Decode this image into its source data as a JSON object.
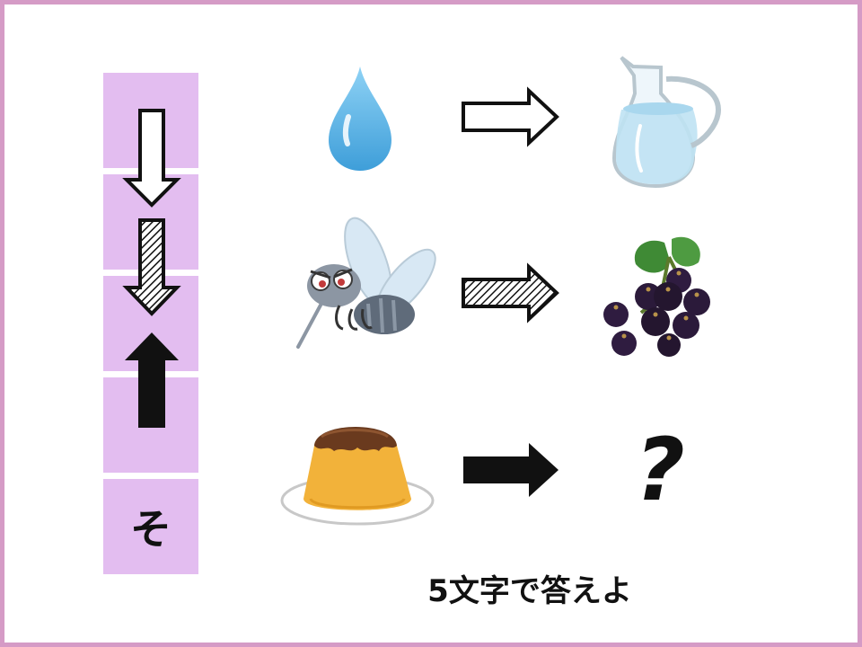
{
  "puzzle": {
    "answer_cells": [
      "",
      "",
      "",
      "",
      "そ"
    ],
    "question_mark": "?",
    "instruction": "5文字で答えよ"
  },
  "rows": [
    {
      "from": "water-drop-icon",
      "arrow": "outline",
      "to": "water-pitcher-icon"
    },
    {
      "from": "mosquito-icon",
      "arrow": "hatched",
      "to": "blackcurrant-icon"
    },
    {
      "from": "pudding-icon",
      "arrow": "solid",
      "to": "unknown"
    }
  ],
  "colors": {
    "frame": "#d59bc6",
    "cell": "#e3bdf0"
  }
}
